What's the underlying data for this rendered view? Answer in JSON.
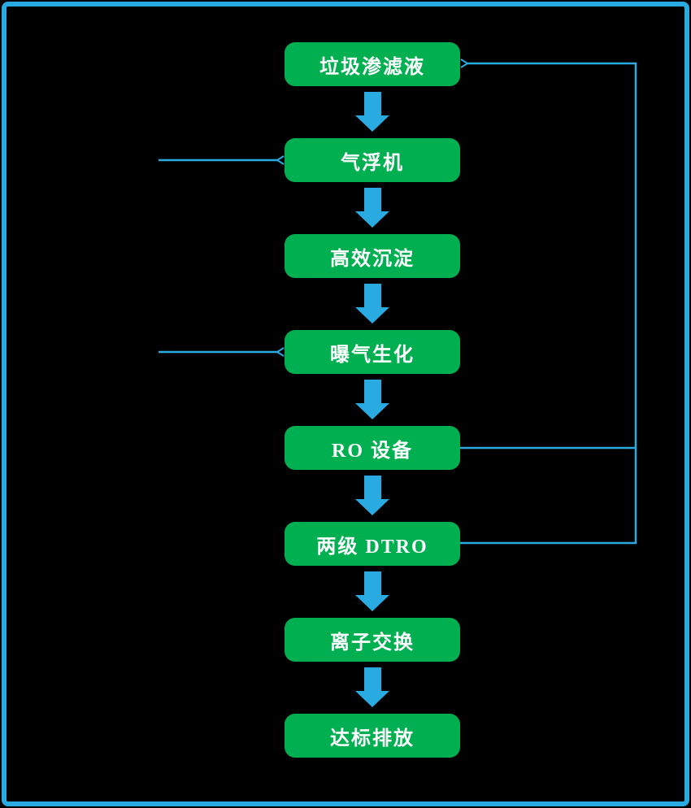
{
  "colors": {
    "background": "#000000",
    "frame_border": "#29ABE2",
    "node_fill": "#00B050",
    "connector_blue": "#29ABE2",
    "label_color": "#FFFFFF"
  },
  "flowchart": {
    "title": "",
    "nodes": [
      {
        "id": "leachate",
        "label": "垃圾渗滤液"
      },
      {
        "id": "air-flotation",
        "label": "气浮机"
      },
      {
        "id": "high-efficiency-sedimentation",
        "label": "高效沉淀"
      },
      {
        "id": "aeration-biochemical",
        "label": "曝气生化"
      },
      {
        "id": "ro-equipment",
        "label": "RO 设备"
      },
      {
        "id": "two-stage-dtro",
        "label": "两级 DTRO"
      },
      {
        "id": "ion-exchange",
        "label": "离子交换"
      },
      {
        "id": "standard-discharge",
        "label": "达标排放"
      }
    ],
    "edges": [
      {
        "from": "垃圾渗滤液",
        "to": "气浮机",
        "type": "thick-down-arrow"
      },
      {
        "from": "气浮机",
        "to": "高效沉淀",
        "type": "thick-down-arrow"
      },
      {
        "from": "高效沉淀",
        "to": "曝气生化",
        "type": "thick-down-arrow"
      },
      {
        "from": "曝气生化",
        "to": "RO 设备",
        "type": "thick-down-arrow"
      },
      {
        "from": "RO 设备",
        "to": "两级 DTRO",
        "type": "thick-down-arrow"
      },
      {
        "from": "两级 DTRO",
        "to": "离子交换",
        "type": "thick-down-arrow"
      },
      {
        "from": "离子交换",
        "to": "达标排放",
        "type": "thick-down-arrow"
      },
      {
        "from": "external-left",
        "to": "气浮机",
        "type": "thin-inlet-arrow"
      },
      {
        "from": "external-left",
        "to": "曝气生化",
        "type": "thin-inlet-arrow"
      },
      {
        "from": "RO 设备",
        "to": "垃圾渗滤液",
        "type": "recycle-return-line"
      },
      {
        "from": "两级 DTRO",
        "to": "垃圾渗滤液",
        "type": "recycle-return-line"
      }
    ]
  }
}
